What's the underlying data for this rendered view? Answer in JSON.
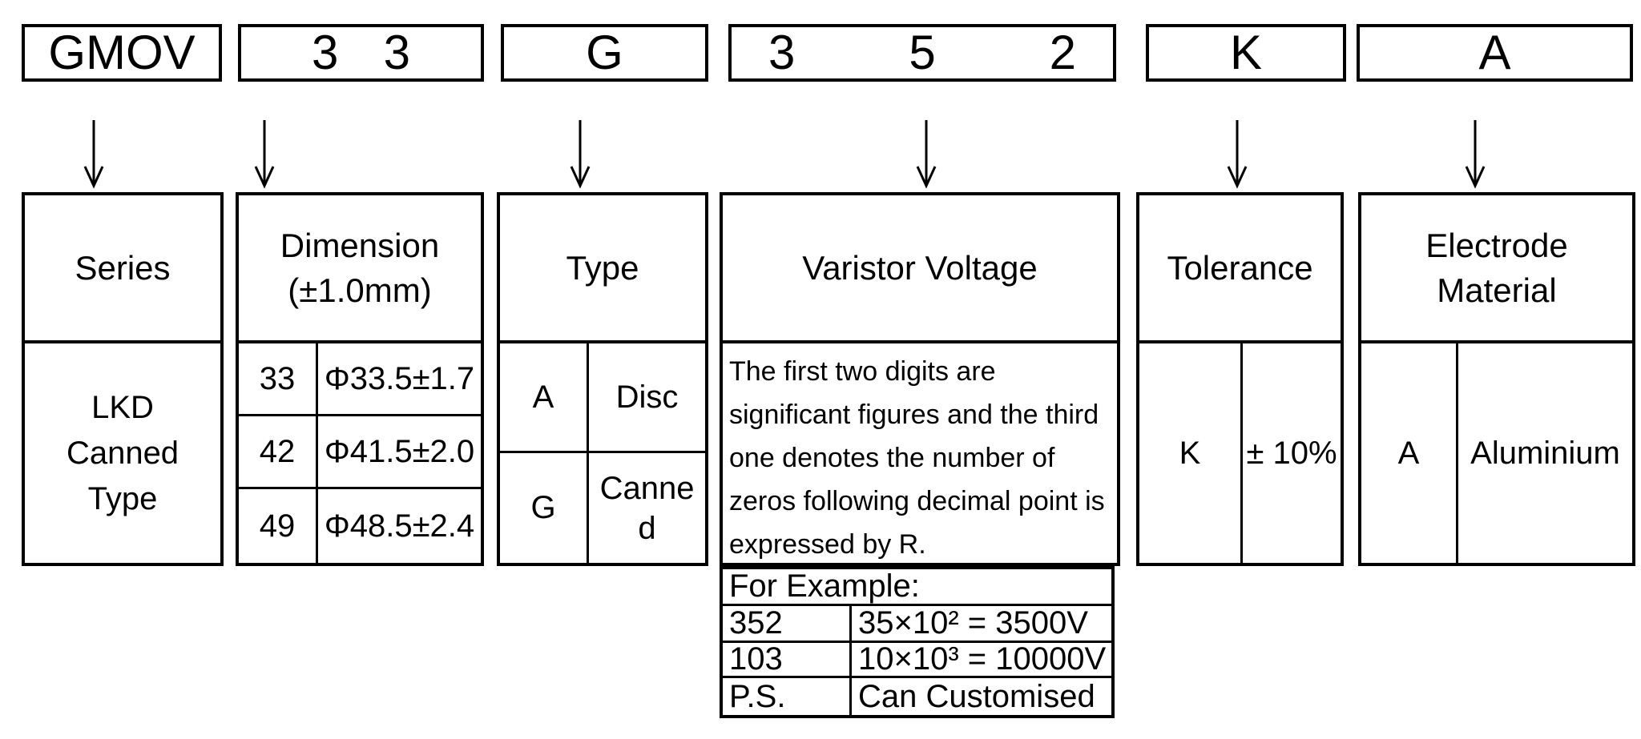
{
  "accent_colors": {
    "line": "#000000",
    "background": "#ffffff"
  },
  "part_code": {
    "series": "GMOV",
    "dimension_digits": [
      "3",
      "3"
    ],
    "type": "G",
    "voltage_digits": [
      "3",
      "5",
      "2"
    ],
    "tolerance": "K",
    "electrode": "A"
  },
  "series": {
    "header": "Series",
    "body_lines": [
      "LKD",
      "Canned",
      "Type"
    ]
  },
  "dimension": {
    "header_lines": [
      "Dimension",
      "(±1.0mm)"
    ],
    "rows": [
      {
        "code": "33",
        "value": "Φ33.5±1.7"
      },
      {
        "code": "42",
        "value": "Φ41.5±2.0"
      },
      {
        "code": "49",
        "value": "Φ48.5±2.4"
      }
    ]
  },
  "type": {
    "header": "Type",
    "rows": [
      {
        "code": "A",
        "value": "Disc"
      },
      {
        "code": "G",
        "value": "Canned"
      }
    ]
  },
  "varistor": {
    "header": "Varistor Voltage",
    "description_lines": [
      "The first two digits are",
      "significant figures and the third",
      "one denotes the number of",
      "zeros following decimal point is",
      "expressed by R."
    ],
    "example": {
      "title": "For Example:",
      "rows": [
        {
          "code": "352",
          "value": "35×10² = 3500V"
        },
        {
          "code": "103",
          "value": "10×10³ = 10000V"
        },
        {
          "code": "P.S.",
          "value": "Can Customised"
        }
      ]
    }
  },
  "tolerance": {
    "header": "Tolerance",
    "rows": [
      {
        "code": "K",
        "value": "± 10%"
      }
    ]
  },
  "electrode": {
    "header_lines": [
      "Electrode",
      "Material"
    ],
    "rows": [
      {
        "code": "A",
        "value": "Aluminium"
      }
    ]
  }
}
